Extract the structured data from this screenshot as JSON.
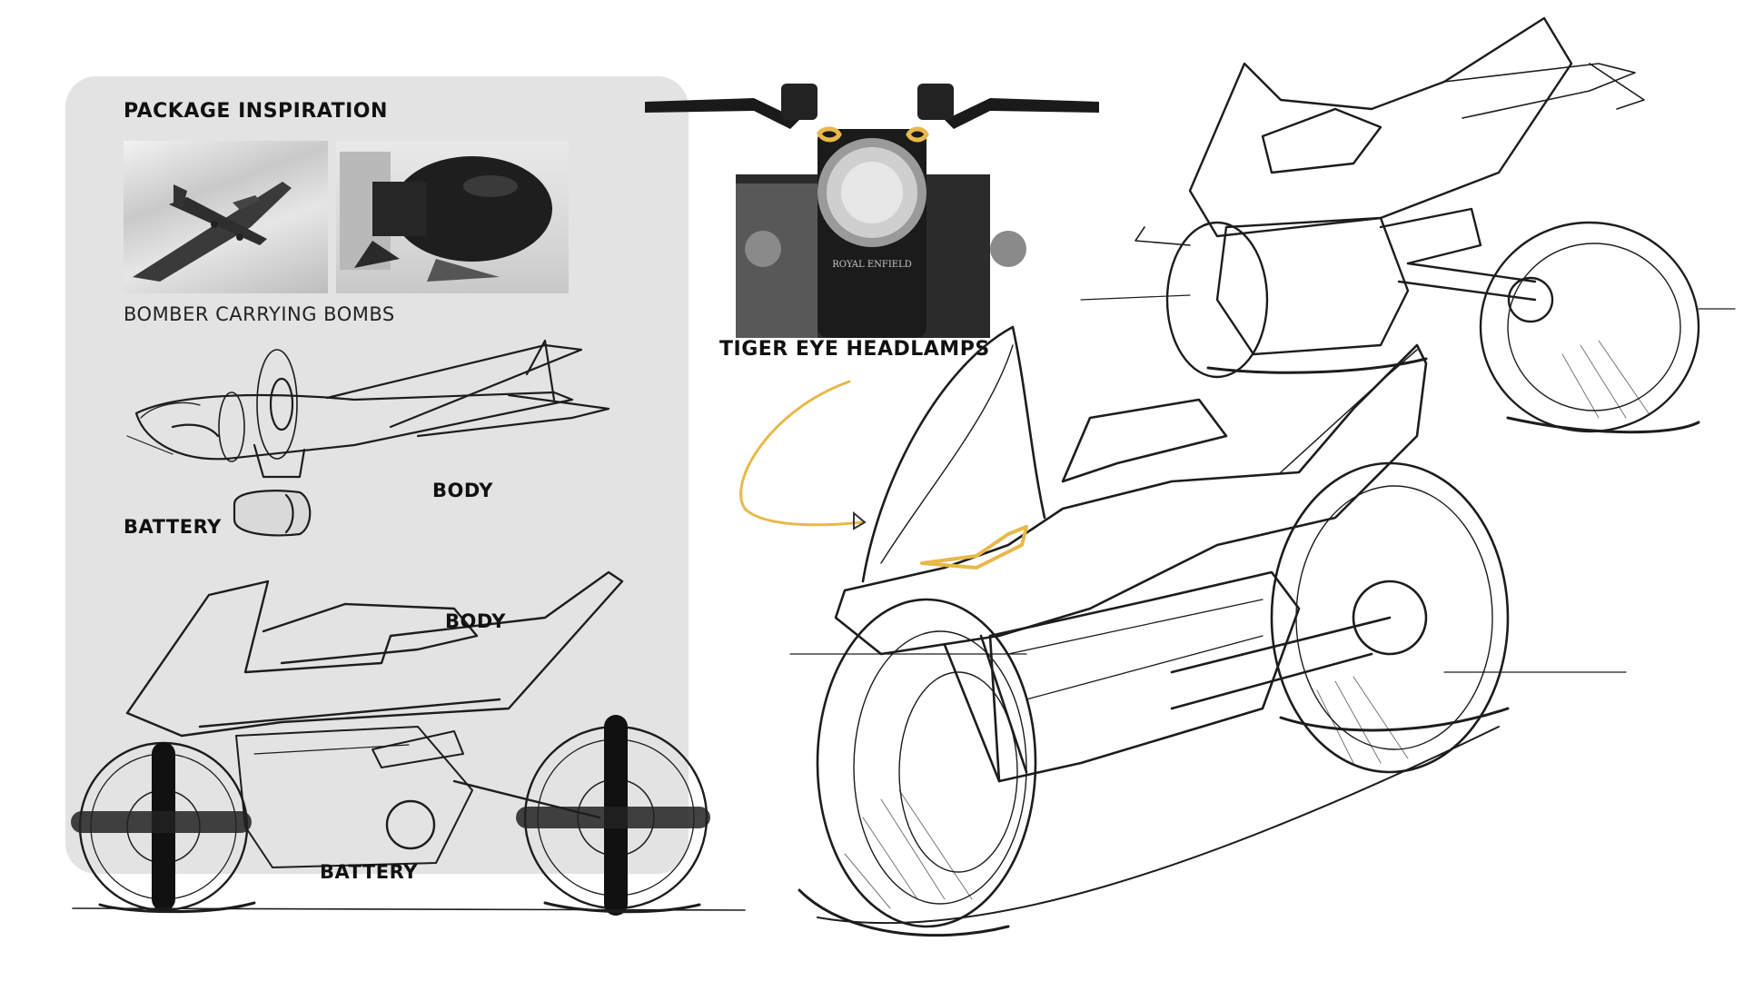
{
  "package_panel": {
    "title": "PACKAGE INSPIRATION",
    "reference_caption": "BOMBER CARRYING BOMBS"
  },
  "headlamp_reference": {
    "caption": "TIGER EYE HEADLAMPS",
    "badge_text": "ROYAL ENFIELD"
  },
  "sketch_labels": {
    "plane_body": "BODY",
    "plane_battery": "BATTERY",
    "bike_body": "BODY",
    "bike_battery": "BATTERY"
  },
  "colors": {
    "panel_background": "#e3e3e3",
    "accent_yellow": "#e8b84a",
    "ink": "#1d1d1d"
  }
}
